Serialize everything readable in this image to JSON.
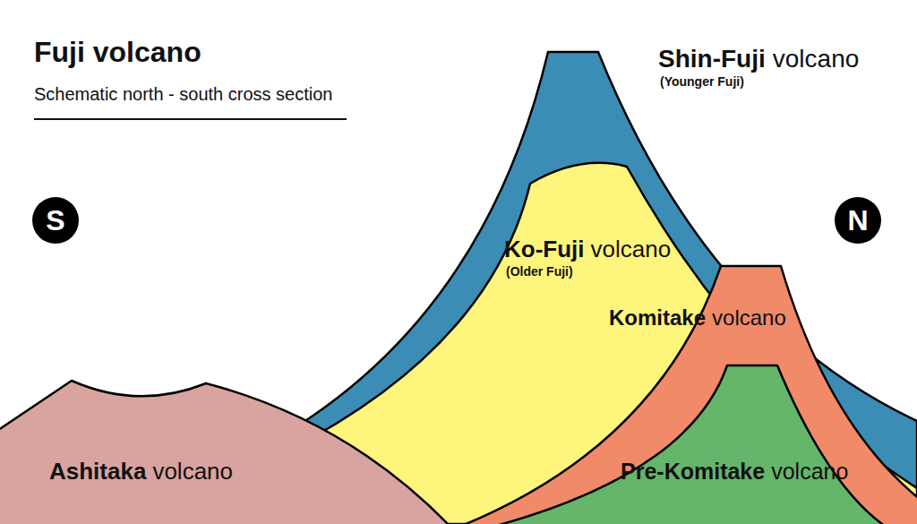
{
  "diagram": {
    "title": "Fuji volcano",
    "nodes": [
      {
        "text": [
          "S"
        ]
      },
      {
        "text": [
          "Shin-Fuji",
          "volcano",
          "(Younger Fuji)"
        ]
      },
      {
        "text": [
          "N"
        ]
      },
      {
        "text": [
          "Ko-Fuji",
          "volcano",
          "(Older Fuji)"
        ]
      },
      {
        "text": [
          "Komitake",
          "volcano"
        ]
      },
      {
        "text": [
          "Ashitaka",
          "volcano"
        ]
      },
      {
        "text": [
          "Pre-Komitake",
          "volcano"
        ]
      }
    ],
    "labels": [
      "Schematic north - south cross section"
    ]
  }
}
